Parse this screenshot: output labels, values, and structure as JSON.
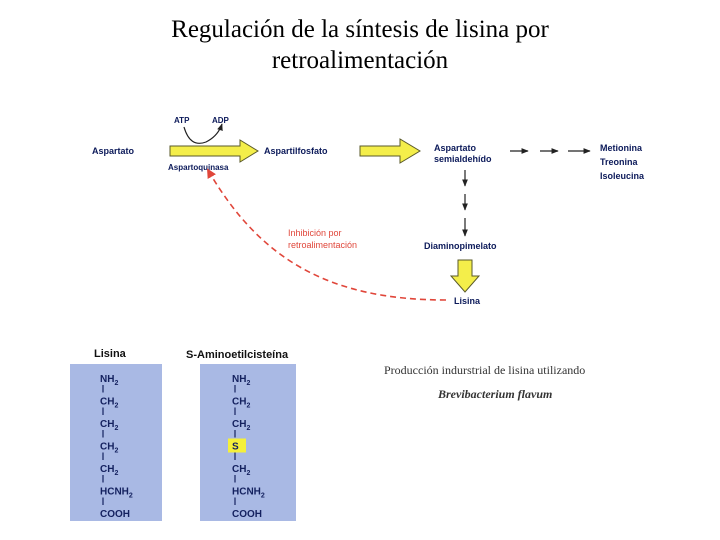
{
  "title": {
    "line1": "Regulación de la síntesis de lisina por",
    "line2": "retroalimentación"
  },
  "pathway": {
    "aspartato": "Aspartato",
    "atp": "ATP",
    "adp": "ADP",
    "aspartoquinasa": "Aspartoquinasa",
    "aspartilfosfato": "Aspartilfosfato",
    "aspartato_semialdehido_1": "Aspartato",
    "aspartato_semialdehido_2": "semialdehído",
    "products": [
      "Metionina",
      "Treonina",
      "Isoleucina"
    ],
    "inhibition_1": "Inhibición por",
    "inhibition_2": "retroalimentación",
    "diaminopimelato": "Diaminopimelato",
    "lisina": "Lisina",
    "colors": {
      "yellow_arrow": "#f4ee4a",
      "arrow_outline": "#5a5a2a",
      "inhibition": "#e0463a",
      "text": "#0c1a5a"
    }
  },
  "molecules": {
    "lisina": {
      "title": "Lisina",
      "groups": [
        "NH2",
        "CH2",
        "CH2",
        "CH2",
        "CH2",
        "HCNH2",
        "COOH"
      ]
    },
    "aminoetil": {
      "title": "S-Aminoetilcisteína",
      "groups": [
        "NH2",
        "CH2",
        "CH2",
        "S",
        "CH2",
        "HCNH2",
        "COOH"
      ],
      "highlight_index": 3
    },
    "panel_color": "#a9b9e4",
    "highlight_color": "#f5f03a"
  },
  "caption": {
    "line1": "Producción indurstrial de lisina utilizando",
    "line2": "Brevibacterium flavum"
  }
}
